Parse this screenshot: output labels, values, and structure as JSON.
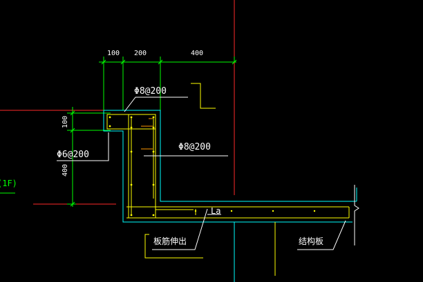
{
  "dimensions": {
    "top": [
      "100",
      "200",
      "400"
    ],
    "side": [
      "100",
      "400"
    ]
  },
  "labels": {
    "rebar_top": "Φ8@200",
    "rebar_mid": "Φ8@200",
    "rebar_side": "Φ6@200",
    "anchorage": "La",
    "slab_extension": "板筋伸出",
    "structural_slab": "结构板",
    "floor_marker": "(1F)"
  },
  "colors": {
    "background": "#000000",
    "dimension_line": "#00ff00",
    "outline": "#00ffff",
    "rebar": "#ffff00",
    "axis_line": "#ff0000",
    "leader": "#ffffff",
    "stirrup_bar": "#ff9900"
  }
}
